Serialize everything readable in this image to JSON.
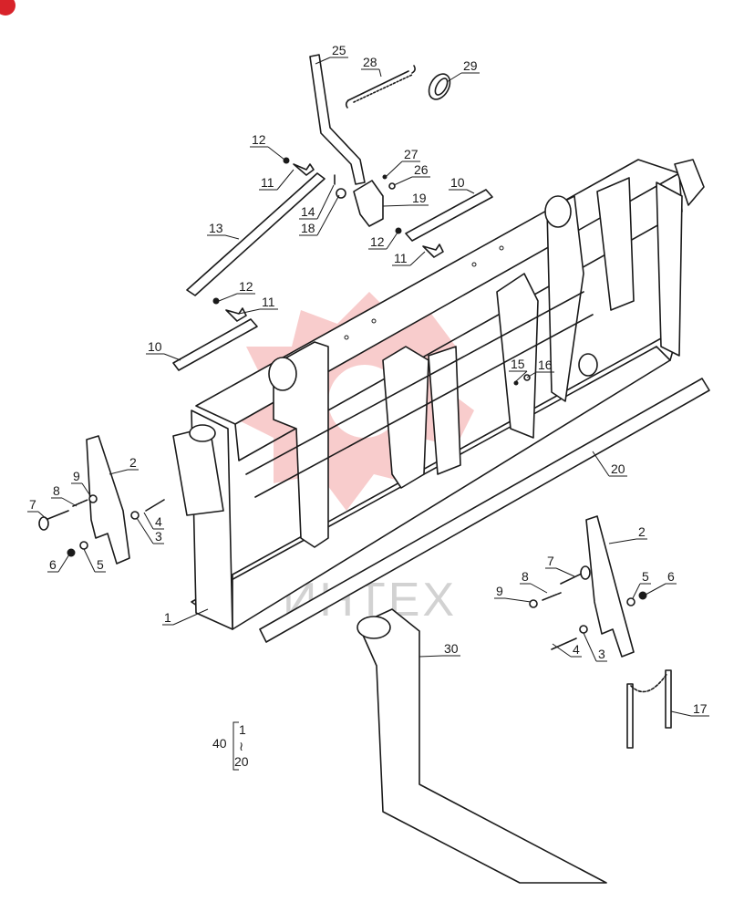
{
  "colors": {
    "line": "#1a1a1a",
    "watermark": "#f3a3a3",
    "watermark_text": "#c8c8c8",
    "corner_badge": "#d8232a"
  },
  "watermark": {
    "text": "ИНТЕХ"
  },
  "callouts": [
    {
      "label": "25"
    },
    {
      "label": "28"
    },
    {
      "label": "29"
    },
    {
      "label": "12"
    },
    {
      "label": "27"
    },
    {
      "label": "26"
    },
    {
      "label": "11"
    },
    {
      "label": "19"
    },
    {
      "label": "14"
    },
    {
      "label": "18"
    },
    {
      "label": "10"
    },
    {
      "label": "13"
    },
    {
      "label": "12"
    },
    {
      "label": "11"
    },
    {
      "label": "12"
    },
    {
      "label": "11"
    },
    {
      "label": "10"
    },
    {
      "label": "15"
    },
    {
      "label": "16"
    },
    {
      "label": "20"
    },
    {
      "label": "2"
    },
    {
      "label": "9"
    },
    {
      "label": "8"
    },
    {
      "label": "7"
    },
    {
      "label": "4"
    },
    {
      "label": "3"
    },
    {
      "label": "6"
    },
    {
      "label": "5"
    },
    {
      "label": "1"
    },
    {
      "label": "2"
    },
    {
      "label": "7"
    },
    {
      "label": "8"
    },
    {
      "label": "9"
    },
    {
      "label": "5"
    },
    {
      "label": "6"
    },
    {
      "label": "4"
    },
    {
      "label": "3"
    },
    {
      "label": "30"
    },
    {
      "label": "17"
    }
  ],
  "range_note": {
    "quantity": "40",
    "from": "1",
    "connector": "≀",
    "to": "20"
  }
}
